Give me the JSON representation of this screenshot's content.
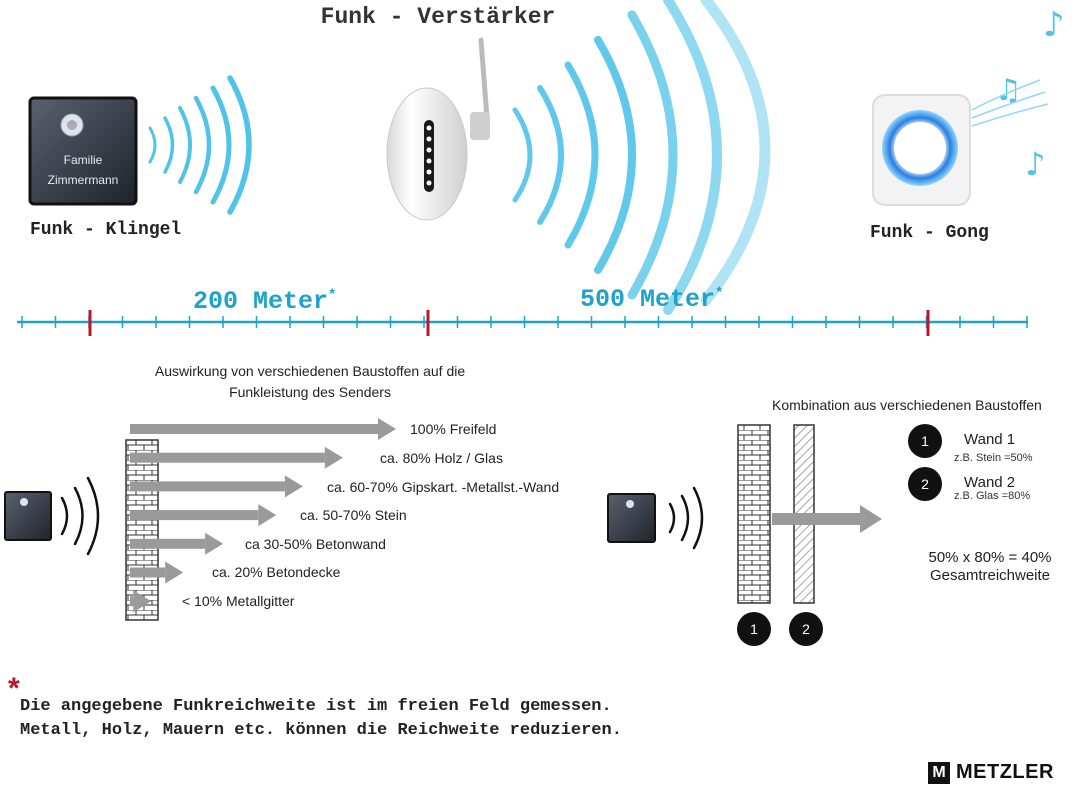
{
  "title": "Funk - Verstärker",
  "devices": {
    "bell": {
      "label": "Funk - Klingel",
      "plate_line1": "Familie",
      "plate_line2": "Zimmermann"
    },
    "repeater": {
      "label": ""
    },
    "gong": {
      "label": "Funk - Gong"
    }
  },
  "distances": [
    {
      "value": "200 Meter",
      "mark": "*"
    },
    {
      "value": "500 Meter",
      "mark": "*"
    }
  ],
  "materials": {
    "caption_line1": "Auswirkung von verschiedenen Baustoffen auf die",
    "caption_line2": "Funkleistung des Senders",
    "items": [
      {
        "label": "100% Freifeld",
        "percent": 100
      },
      {
        "label": "ca. 80% Holz / Glas",
        "percent": 80
      },
      {
        "label": "ca. 60-70% Gipskart. -Metallst.-Wand",
        "percent": 65
      },
      {
        "label": "ca. 50-70% Stein",
        "percent": 55
      },
      {
        "label": "ca 30-50% Betonwand",
        "percent": 35
      },
      {
        "label": "ca. 20% Betondecke",
        "percent": 20
      },
      {
        "label": "< 10% Metallgitter",
        "percent": 8
      }
    ]
  },
  "combination": {
    "title": "Kombination aus verschiedenen Baustoffen",
    "walls": [
      {
        "num": "1",
        "name": "Wand 1",
        "detail": "z.B. Stein =50%"
      },
      {
        "num": "2",
        "name": "Wand 2",
        "detail": "z.B. Glas =80%"
      }
    ],
    "result_line1": "50% x 80% = 40%",
    "result_line2": "Gesamtreichweite"
  },
  "note": {
    "mark": "*",
    "line1": "Die angegebene Funkreichweite ist im freien Feld gemessen.",
    "line2": "Metall, Holz, Mauern etc. können die Reichweite reduzieren."
  },
  "brand": {
    "logo_letter": "M",
    "name": "METZLER"
  },
  "colors": {
    "wave": "#4fc3e8",
    "scale": "#1fa3c8",
    "scale_marker": "#c0142b",
    "arrow": "#9a9a9a"
  }
}
